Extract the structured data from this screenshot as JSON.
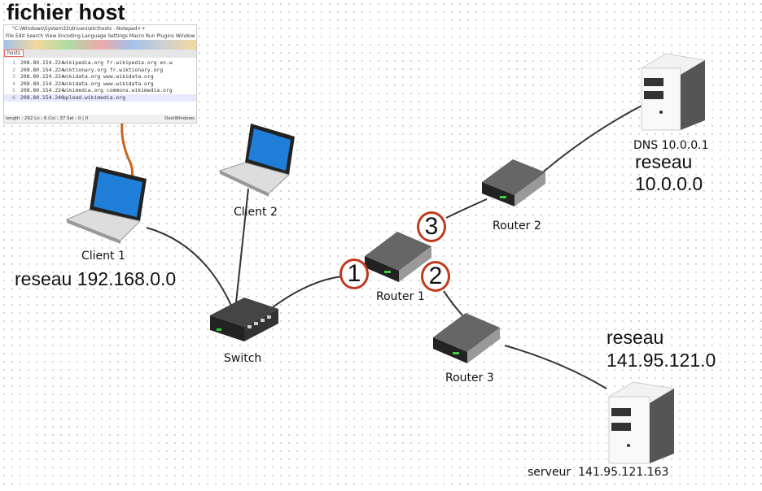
{
  "title": "fichier host",
  "notepad": {
    "window_title": "\"C:\\Windows\\System32\\drivers\\etc\\hosts - Notepad++",
    "menu": [
      "File",
      "Edit",
      "Search",
      "View",
      "Encoding",
      "Language",
      "Settings",
      "Macro",
      "Run",
      "Plugins",
      "Window"
    ],
    "tab": "hosts",
    "lines": [
      {
        "no": "1",
        "ip": "208.80.154.224",
        "hosts": "wikipedia.org fr.wikipedia.org en.w"
      },
      {
        "no": "2",
        "ip": "208.80.154.224",
        "hosts": "wiktionary.org fr.wiktionary.org"
      },
      {
        "no": "3",
        "ip": "208.80.154.224",
        "hosts": "wikidata.org www.wikidata.org"
      },
      {
        "no": "4",
        "ip": "208.80.154.224",
        "hosts": "wikidata.org www.wikidata.org"
      },
      {
        "no": "5",
        "ip": "208.80.154.224",
        "hosts": "wikimedia.org commons.wikimedia.org"
      },
      {
        "no": "6",
        "ip": "208.80.154.240",
        "hosts": "upload.wikimedia.org"
      }
    ],
    "status_left": "length : 292   Ln : 6    Col : 37    Sel : 0 | 0",
    "status_right": "Dos\\Windows"
  },
  "nodes": {
    "client1": "Client 1",
    "client2": "Client 2",
    "switch": "Switch",
    "router1": "Router 1",
    "router2": "Router 2",
    "router3": "Router 3",
    "dns": "DNS 10.0.0.1",
    "server": "serveur  141.95.121.163"
  },
  "networks": {
    "left": "reseau 192.168.0.0",
    "dns_word": "reseau",
    "dns_net": "10.0.0.0",
    "server_word": "reseau",
    "server_net": "141.95.121.0"
  },
  "interfaces": [
    "1",
    "2",
    "3"
  ],
  "colors": {
    "interface_ring": "#c0391b",
    "cable_orange": "#c8641e",
    "link": "#333333"
  }
}
